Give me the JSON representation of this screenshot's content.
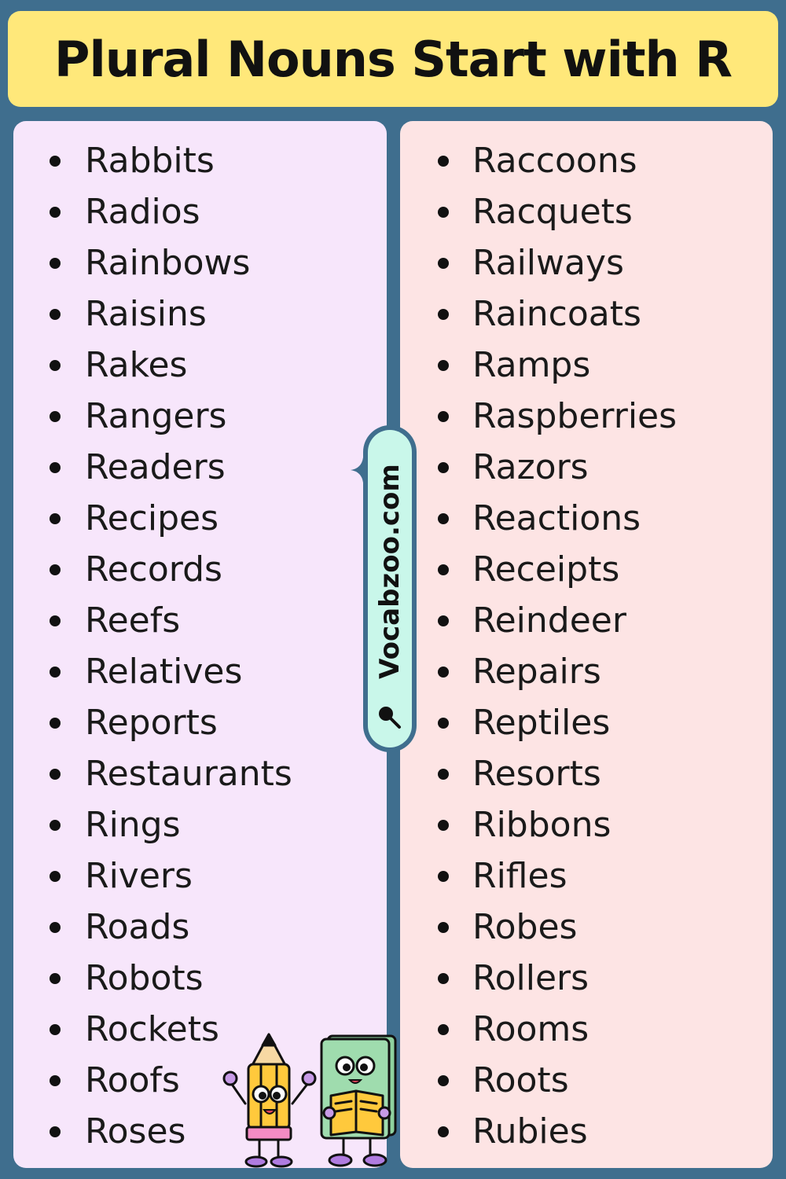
{
  "title": "Plural Nouns Start with R",
  "left_words": [
    "Rabbits",
    "Radios",
    "Rainbows",
    "Raisins",
    "Rakes",
    "Rangers",
    "Readers",
    "Recipes",
    "Records",
    "Reefs",
    "Relatives",
    "Reports",
    "Restaurants",
    "Rings",
    "Rivers",
    "Roads",
    "Robots",
    "Rockets",
    "Roofs",
    "Roses"
  ],
  "right_words": [
    "Raccoons",
    "Racquets",
    "Railways",
    "Raincoats",
    "Ramps",
    "Raspberries",
    "Razors",
    "Reactions",
    "Receipts",
    "Reindeer",
    "Repairs",
    "Reptiles",
    "Resorts",
    "Ribbons",
    "Rifles",
    "Robes",
    "Rollers",
    "Rooms",
    "Roots",
    "Rubies"
  ],
  "watermark": "Vocabzoo.com",
  "colors": {
    "background": "#3f6e8e",
    "title_bg": "#ffe87a",
    "left_panel": "#f7e6fb",
    "right_panel": "#fde4e4",
    "pill": "#c9f7ea"
  },
  "icons": [
    "sparkle-icon",
    "magnifier-icon",
    "pencil-mascot",
    "book-mascot"
  ]
}
